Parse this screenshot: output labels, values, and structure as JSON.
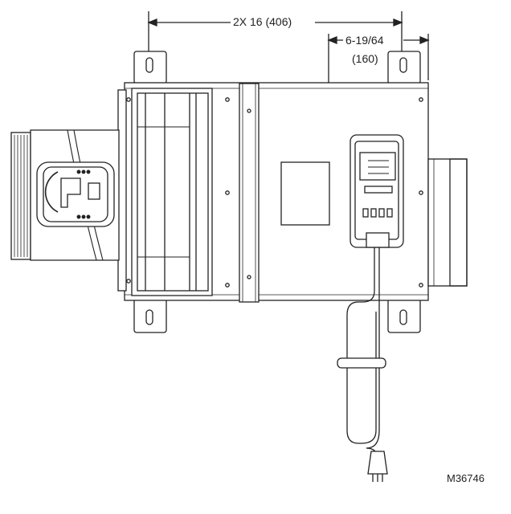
{
  "figure": {
    "id": "M36746"
  },
  "dimensions": {
    "overall_width": "2X 16 (406)",
    "offset_inches": "6-19/64",
    "offset_mm": "(160)"
  },
  "colors": {
    "line": "#222222",
    "background": "#ffffff"
  }
}
